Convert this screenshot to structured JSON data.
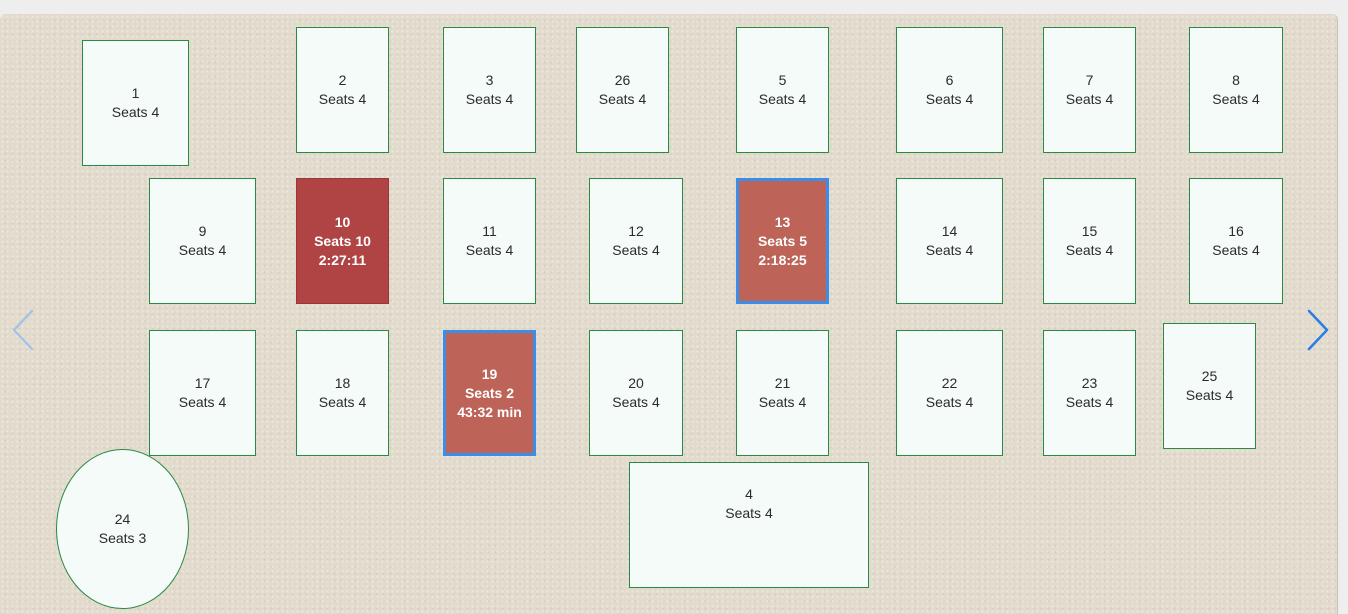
{
  "tables": [
    {
      "id": "1",
      "number": "1",
      "seats": "Seats 4",
      "timer": ""
    },
    {
      "id": "2",
      "number": "2",
      "seats": "Seats 4",
      "timer": ""
    },
    {
      "id": "3",
      "number": "3",
      "seats": "Seats 4",
      "timer": ""
    },
    {
      "id": "26",
      "number": "26",
      "seats": "Seats 4",
      "timer": ""
    },
    {
      "id": "5",
      "number": "5",
      "seats": "Seats 4",
      "timer": ""
    },
    {
      "id": "6",
      "number": "6",
      "seats": "Seats 4",
      "timer": ""
    },
    {
      "id": "7",
      "number": "7",
      "seats": "Seats 4",
      "timer": ""
    },
    {
      "id": "8",
      "number": "8",
      "seats": "Seats 4",
      "timer": ""
    },
    {
      "id": "9",
      "number": "9",
      "seats": "Seats 4",
      "timer": ""
    },
    {
      "id": "10",
      "number": "10",
      "seats": "Seats 10",
      "timer": "2:27:11"
    },
    {
      "id": "11",
      "number": "11",
      "seats": "Seats 4",
      "timer": ""
    },
    {
      "id": "12",
      "number": "12",
      "seats": "Seats 4",
      "timer": ""
    },
    {
      "id": "13",
      "number": "13",
      "seats": "Seats 5",
      "timer": "2:18:25"
    },
    {
      "id": "14",
      "number": "14",
      "seats": "Seats 4",
      "timer": ""
    },
    {
      "id": "15",
      "number": "15",
      "seats": "Seats 4",
      "timer": ""
    },
    {
      "id": "16",
      "number": "16",
      "seats": "Seats 4",
      "timer": ""
    },
    {
      "id": "17",
      "number": "17",
      "seats": "Seats 4",
      "timer": ""
    },
    {
      "id": "18",
      "number": "18",
      "seats": "Seats 4",
      "timer": ""
    },
    {
      "id": "19",
      "number": "19",
      "seats": "Seats 2",
      "timer": "43:32 min"
    },
    {
      "id": "20",
      "number": "20",
      "seats": "Seats 4",
      "timer": ""
    },
    {
      "id": "21",
      "number": "21",
      "seats": "Seats 4",
      "timer": ""
    },
    {
      "id": "22",
      "number": "22",
      "seats": "Seats 4",
      "timer": ""
    },
    {
      "id": "23",
      "number": "23",
      "seats": "Seats 4",
      "timer": ""
    },
    {
      "id": "25",
      "number": "25",
      "seats": "Seats 4",
      "timer": ""
    },
    {
      "id": "24",
      "number": "24",
      "seats": "Seats 3",
      "timer": ""
    },
    {
      "id": "4",
      "number": "4",
      "seats": "Seats 4",
      "timer": ""
    }
  ],
  "colors": {
    "table_free_bg": "#f4fbf9",
    "table_border": "#2a8a43",
    "table_occupied": "#b04444",
    "table_occupied_light": "#bd6358",
    "selected_outline": "#3a8ee8",
    "floor": "#e2dbcd"
  },
  "icons": {
    "prev": "chevron-left-icon",
    "next": "chevron-right-icon"
  }
}
